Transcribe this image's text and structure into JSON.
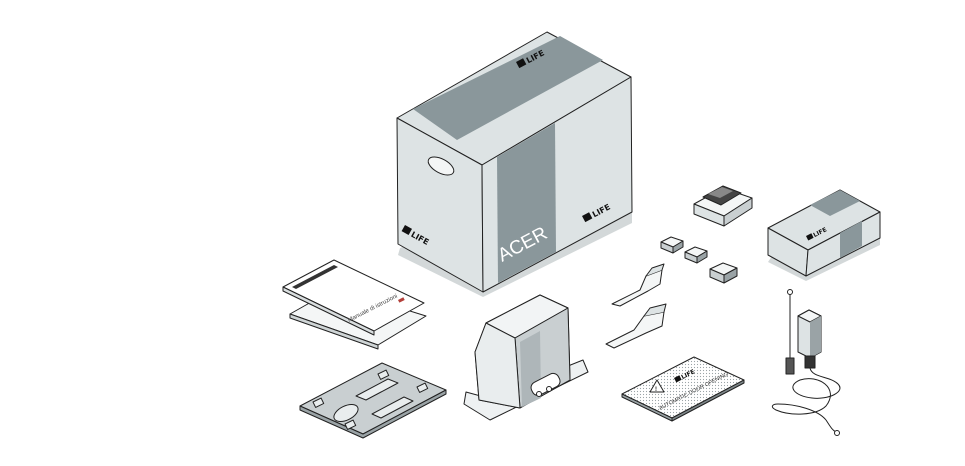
{
  "box": {
    "brand_label": "ACER",
    "logo_text": "LIFE"
  },
  "small_box": {
    "logo_text": "LIFE"
  },
  "manual": {
    "cover_title": "Manuale di istruzioni"
  },
  "warning_sign": {
    "text": "AUTOMATIC DOOR OPENING",
    "logo_text": "LIFE"
  },
  "colors": {
    "box_dark": "#8a979b",
    "box_light": "#dde3e4",
    "shadow": "#d3d8d9",
    "outline": "#222222"
  },
  "icons": [
    "warning-triangle-icon",
    "life-logo-icon"
  ]
}
